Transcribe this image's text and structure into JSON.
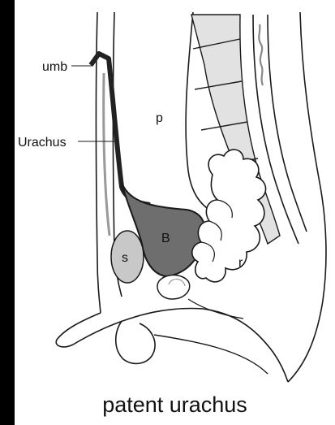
{
  "labels": {
    "umb": "umb",
    "urachus": "Urachus",
    "p": "p",
    "b": "B",
    "s": "s",
    "r": "r"
  },
  "caption": "patent urachus",
  "colors": {
    "background": "#000000",
    "panel": "#ffffff",
    "bladder": "#6e6e6e",
    "urachus": "#222222",
    "gray_tissue": "#c8c8c8",
    "outline": "#1a1a1a"
  }
}
